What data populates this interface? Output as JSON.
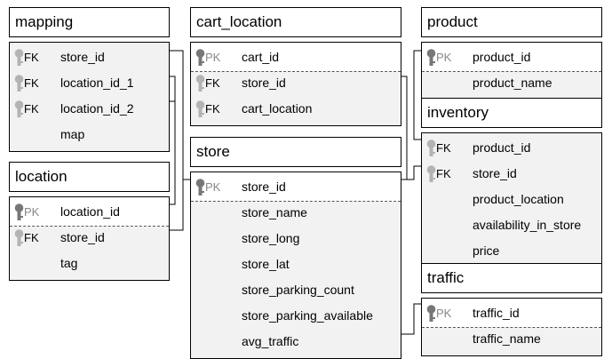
{
  "tables": {
    "mapping": {
      "name": "mapping",
      "columns": [
        {
          "key": "FK",
          "name": "store_id"
        },
        {
          "key": "FK",
          "name": "location_id_1"
        },
        {
          "key": "FK",
          "name": "location_id_2"
        },
        {
          "key": "",
          "name": "map"
        }
      ]
    },
    "location": {
      "name": "location",
      "columns": [
        {
          "key": "PK",
          "name": "location_id"
        },
        {
          "key": "FK",
          "name": "store_id"
        },
        {
          "key": "",
          "name": "tag"
        }
      ]
    },
    "cart_location": {
      "name": "cart_location",
      "columns": [
        {
          "key": "PK",
          "name": "cart_id"
        },
        {
          "key": "FK",
          "name": "store_id"
        },
        {
          "key": "FK",
          "name": "cart_location"
        }
      ]
    },
    "store": {
      "name": "store",
      "columns": [
        {
          "key": "PK",
          "name": "store_id"
        },
        {
          "key": "",
          "name": "store_name"
        },
        {
          "key": "",
          "name": "store_long"
        },
        {
          "key": "",
          "name": "store_lat"
        },
        {
          "key": "",
          "name": "store_parking_count"
        },
        {
          "key": "",
          "name": "store_parking_available"
        },
        {
          "key": "",
          "name": "avg_traffic"
        }
      ]
    },
    "product": {
      "name": "product",
      "columns": [
        {
          "key": "PK",
          "name": "product_id"
        },
        {
          "key": "",
          "name": "product_name"
        }
      ]
    },
    "inventory": {
      "name": "inventory",
      "columns": [
        {
          "key": "FK",
          "name": "product_id"
        },
        {
          "key": "FK",
          "name": "store_id"
        },
        {
          "key": "",
          "name": "product_location"
        },
        {
          "key": "",
          "name": "availability_in_store"
        },
        {
          "key": "",
          "name": "price"
        }
      ]
    },
    "traffic": {
      "name": "traffic",
      "columns": [
        {
          "key": "PK",
          "name": "traffic_id"
        },
        {
          "key": "",
          "name": "traffic_name"
        }
      ]
    }
  },
  "icons": {
    "pk": "key-icon",
    "fk": "key-icon"
  },
  "colors": {
    "body": "#f2f2f2",
    "pk_row": "#ffffff",
    "key_pk": "#777777",
    "key_fk": "#b3b3b3"
  }
}
